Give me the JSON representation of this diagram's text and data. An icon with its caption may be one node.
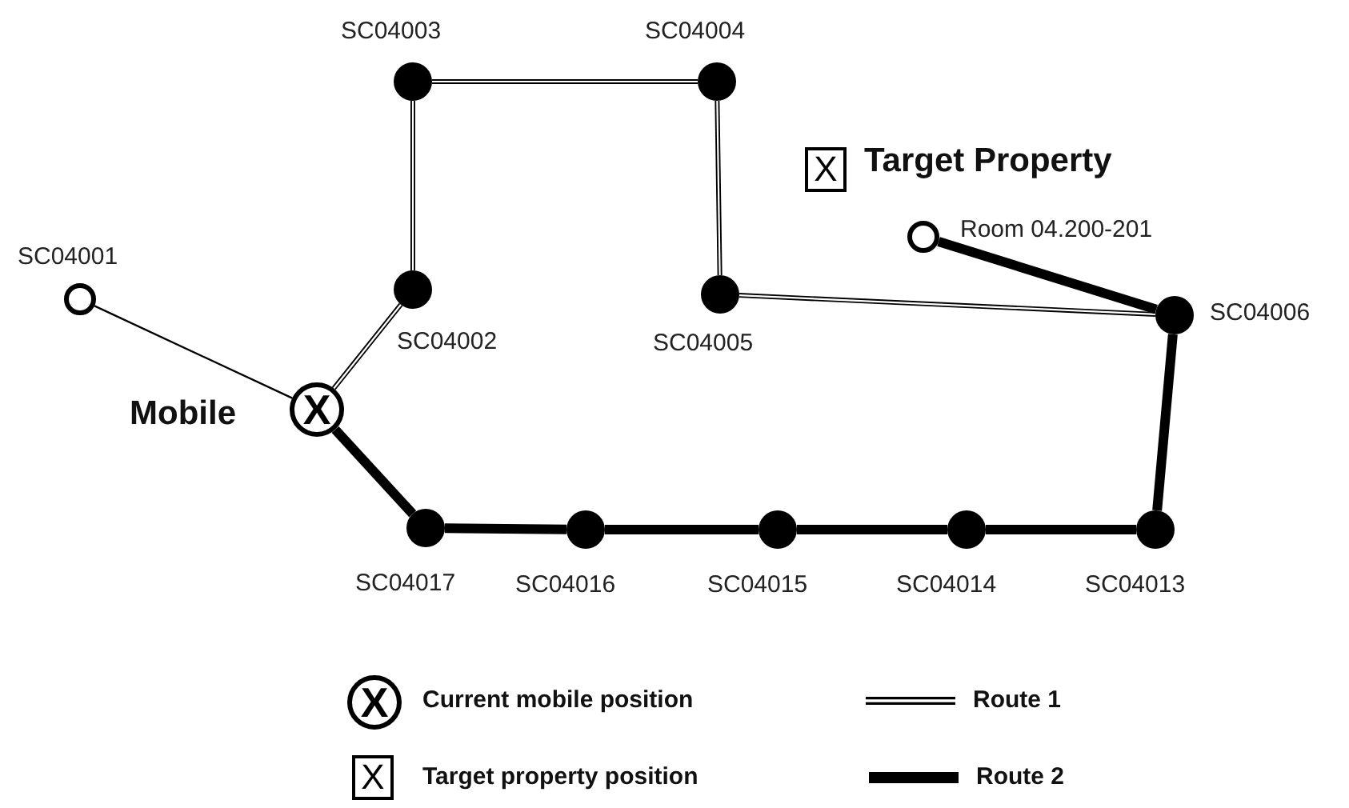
{
  "diagram": {
    "nodes": [
      {
        "text": [
          "SC04001"
        ]
      },
      {
        "text": [
          "Mobile",
          "X"
        ]
      },
      {
        "text": [
          "SC04002"
        ]
      },
      {
        "text": [
          "SC04003"
        ]
      },
      {
        "text": [
          "SC04004"
        ]
      },
      {
        "text": [
          "SC04005"
        ]
      },
      {
        "text": [
          "SC04006"
        ]
      },
      {
        "text": [
          "Room 04.200-201"
        ]
      },
      {
        "text": [
          "X",
          "Target Property"
        ]
      },
      {
        "text": [
          "SC04013"
        ]
      },
      {
        "text": [
          "SC04014"
        ]
      },
      {
        "text": [
          "SC04015"
        ]
      },
      {
        "text": [
          "SC04016"
        ]
      },
      {
        "text": [
          "SC04017"
        ]
      }
    ],
    "edges": [
      {
        "from": 0,
        "to": 1,
        "arrow": "none"
      },
      {
        "from": 1,
        "to": 2,
        "arrow": "none"
      },
      {
        "from": 2,
        "to": 3,
        "arrow": "none"
      },
      {
        "from": 3,
        "to": 4,
        "arrow": "none"
      },
      {
        "from": 4,
        "to": 5,
        "arrow": "none"
      },
      {
        "from": 5,
        "to": 6,
        "arrow": "none"
      },
      {
        "from": 1,
        "to": 13,
        "arrow": "none"
      },
      {
        "from": 13,
        "to": 12,
        "arrow": "none"
      },
      {
        "from": 12,
        "to": 11,
        "arrow": "none"
      },
      {
        "from": 11,
        "to": 10,
        "arrow": "none"
      },
      {
        "from": 10,
        "to": 9,
        "arrow": "none"
      },
      {
        "from": 9,
        "to": 6,
        "arrow": "none"
      },
      {
        "from": 6,
        "to": 7,
        "arrow": "none"
      }
    ],
    "labels": [
      "X",
      "X"
    ],
    "legend": [
      {
        "text": "Current mobile position"
      },
      {
        "text": "Route 1"
      },
      {
        "text": "Target property position"
      },
      {
        "text": "Route 2"
      }
    ]
  }
}
